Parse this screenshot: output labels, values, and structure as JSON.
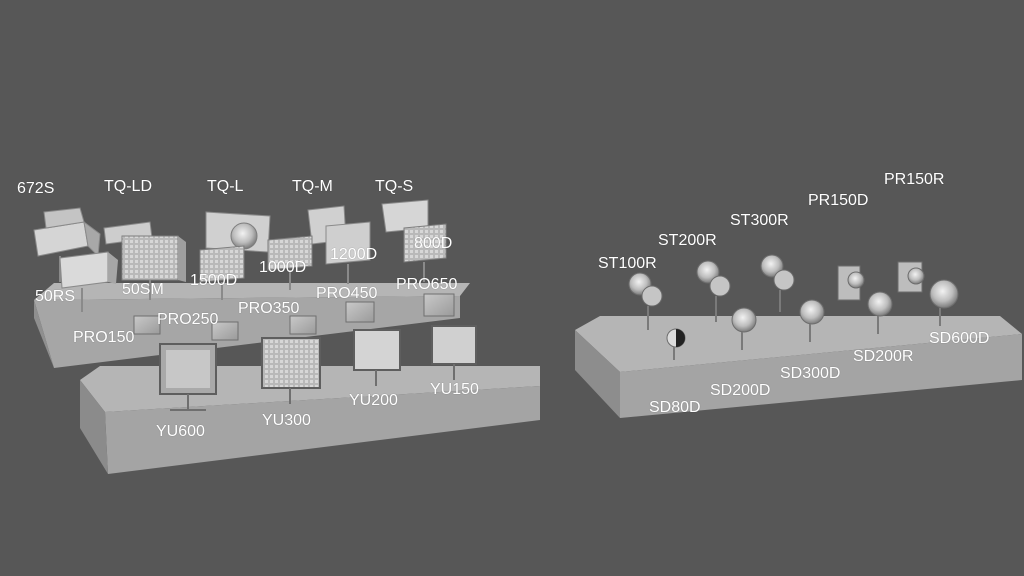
{
  "scene": {
    "background": "#575757",
    "platform_top_color": "#b5b5b5",
    "platform_front_color": "#a4a4a4",
    "platform_side_color": "#8e8e8e",
    "label_color": "#ffffff"
  },
  "labels": {
    "l672s": "672S",
    "tq_ld": "TQ-LD",
    "tq_l": "TQ-L",
    "tq_m": "TQ-M",
    "tq_s": "TQ-S",
    "d1500": "1500D",
    "d1000": "1000D",
    "d1200": "1200D",
    "d800": "800D",
    "rs50": "50RS",
    "sm50": "50SM",
    "pro150": "PRO150",
    "pro250": "PRO250",
    "pro350": "PRO350",
    "pro450": "PRO450",
    "pro650": "PRO650",
    "yu600": "YU600",
    "yu300": "YU300",
    "yu200": "YU200",
    "yu150": "YU150",
    "st100r": "ST100R",
    "st200r": "ST200R",
    "st300r": "ST300R",
    "pr150d": "PR150D",
    "pr150r": "PR150R",
    "sd80d": "SD80D",
    "sd200d": "SD200D",
    "sd300d": "SD300D",
    "sd200r": "SD200R",
    "sd600d": "SD600D"
  }
}
